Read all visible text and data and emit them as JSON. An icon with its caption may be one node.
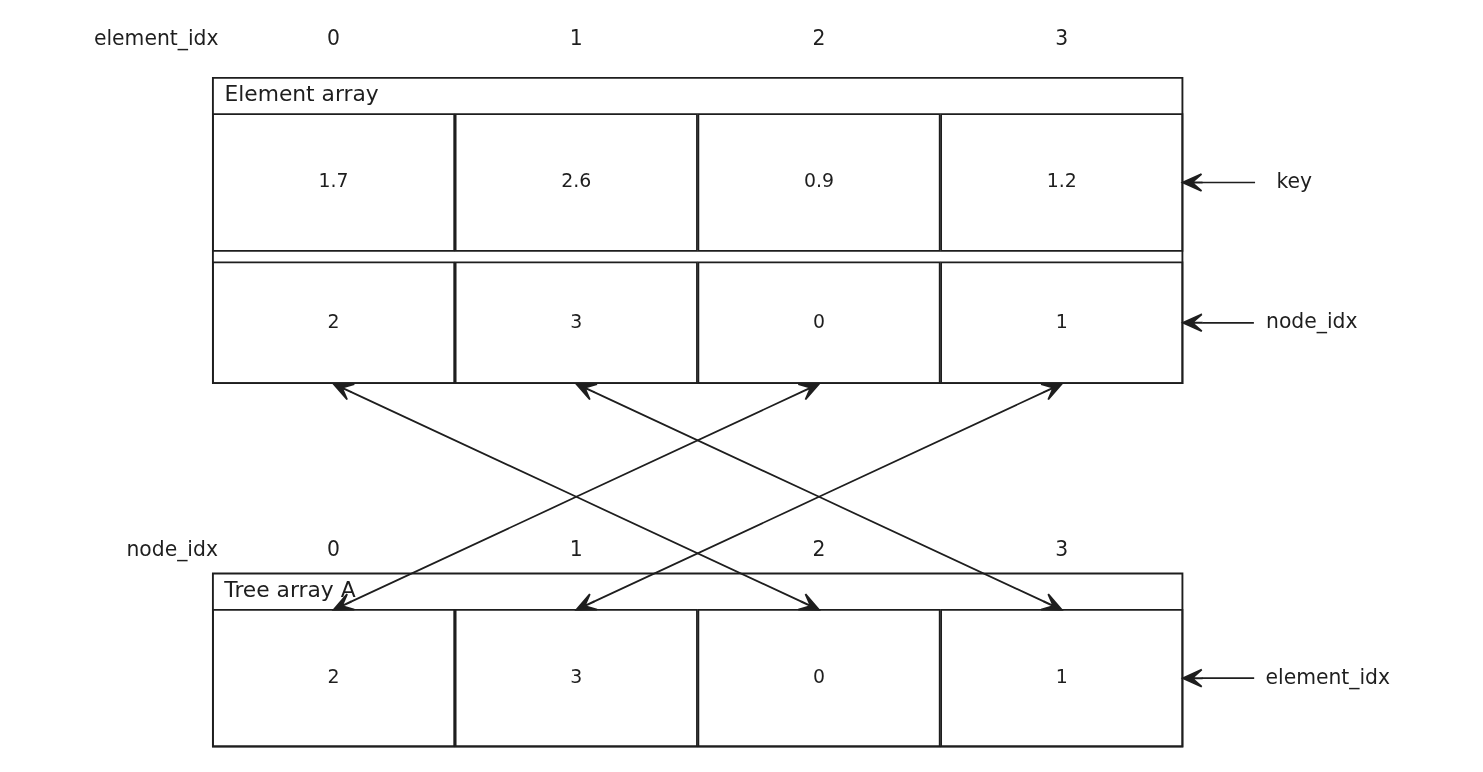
{
  "diagram": {
    "nodes": [
      {
        "text": [
          "Element array"
        ]
      },
      {
        "text": [
          "1.7"
        ],
        "in": 0
      },
      {
        "text": [
          "2.6"
        ],
        "in": 0
      },
      {
        "text": [
          "0.9"
        ],
        "in": 0
      },
      {
        "text": [
          "1.2"
        ],
        "in": 0
      },
      {
        "text": [
          "2"
        ],
        "in": 0
      },
      {
        "text": [
          "3"
        ],
        "in": 0
      },
      {
        "text": [
          "0"
        ],
        "in": 0
      },
      {
        "text": [
          "1"
        ],
        "in": 0
      },
      {
        "text": [
          "key"
        ]
      },
      {
        "text": [
          "node_idx"
        ]
      },
      {
        "text": [
          "Tree array A"
        ]
      },
      {
        "text": [
          "2"
        ],
        "in": 11
      },
      {
        "text": [
          "3"
        ],
        "in": 11
      },
      {
        "text": [
          "0"
        ],
        "in": 11
      },
      {
        "text": [
          "1"
        ],
        "in": 11
      },
      {
        "text": [
          "element_idx"
        ]
      }
    ],
    "edges": [
      {
        "from": 5,
        "to": 14,
        "arrow": "both"
      },
      {
        "from": 6,
        "to": 15,
        "arrow": "both"
      },
      {
        "from": 7,
        "to": 12,
        "arrow": "both"
      },
      {
        "from": 8,
        "to": 13,
        "arrow": "both"
      },
      {
        "from": 9,
        "to": 4,
        "arrow": "to"
      },
      {
        "from": 10,
        "to": 8,
        "arrow": "to"
      },
      {
        "from": 16,
        "to": 15,
        "arrow": "to"
      }
    ],
    "labels": [
      "element_idx",
      "0",
      "1",
      "2",
      "3",
      "node_idx",
      "0",
      "1",
      "2",
      "3"
    ]
  }
}
